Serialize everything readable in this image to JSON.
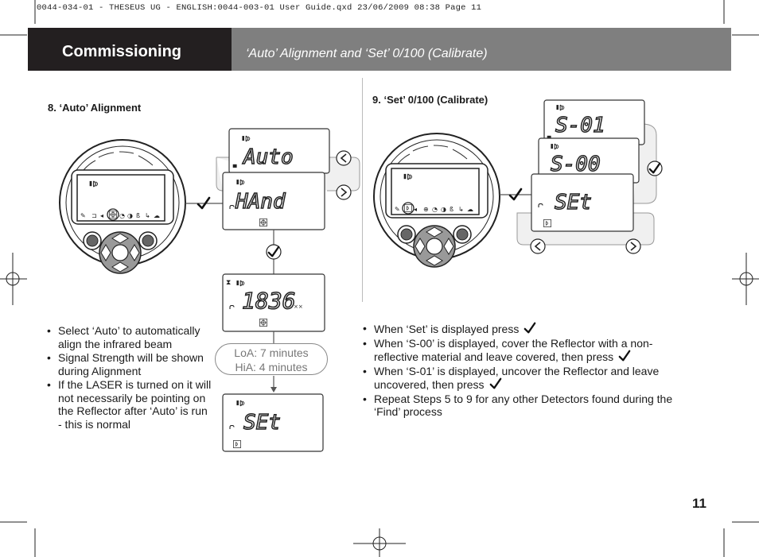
{
  "slug": "0044-034-01 - THESEUS UG - ENGLISH:0044-003-01 User Guide.qxd  23/06/2009  08:38  Page 11",
  "header": {
    "title": "Commissioning",
    "subtitle": "‘Auto’ Alignment and ‘Set’ 0/100 (Calibrate)"
  },
  "step8": {
    "title": "8.  ‘Auto’ Alignment",
    "displays": {
      "auto": "Auto",
      "hand": "HAnd",
      "reading": "1836",
      "set": "SEt"
    },
    "timing": {
      "loa": "LoA: 7 minutes",
      "hia": "HiA: 4 minutes"
    },
    "bullets": [
      "Select ‘Auto’ to automatically align the infrared beam",
      "Signal Strength will be shown during Alignment",
      "If the LASER is turned on it will not necessarily be pointing on the Reflector after ‘Auto’ is run - this is normal"
    ]
  },
  "step9": {
    "title": "9.  ‘Set’ 0/100 (Calibrate)",
    "displays": {
      "s01": "S-01",
      "s00": "S-00",
      "set": "SEt"
    },
    "bullets": [
      "When ‘Set’ is displayed press",
      "When ‘S-00’ is displayed, cover the Reflector with a non-reflective material and leave covered, then press",
      "When ‘S-01’ is displayed, uncover the Reflector and leave uncovered, then press",
      "Repeat Steps 5 to 9 for any other Detectors found during the ‘Find’ process"
    ]
  },
  "page_number": "11",
  "colors": {
    "header_dark": "#231f20",
    "header_grey": "#7f7f7f",
    "panel_grey": "#f0f0f0",
    "line": "#555555"
  }
}
